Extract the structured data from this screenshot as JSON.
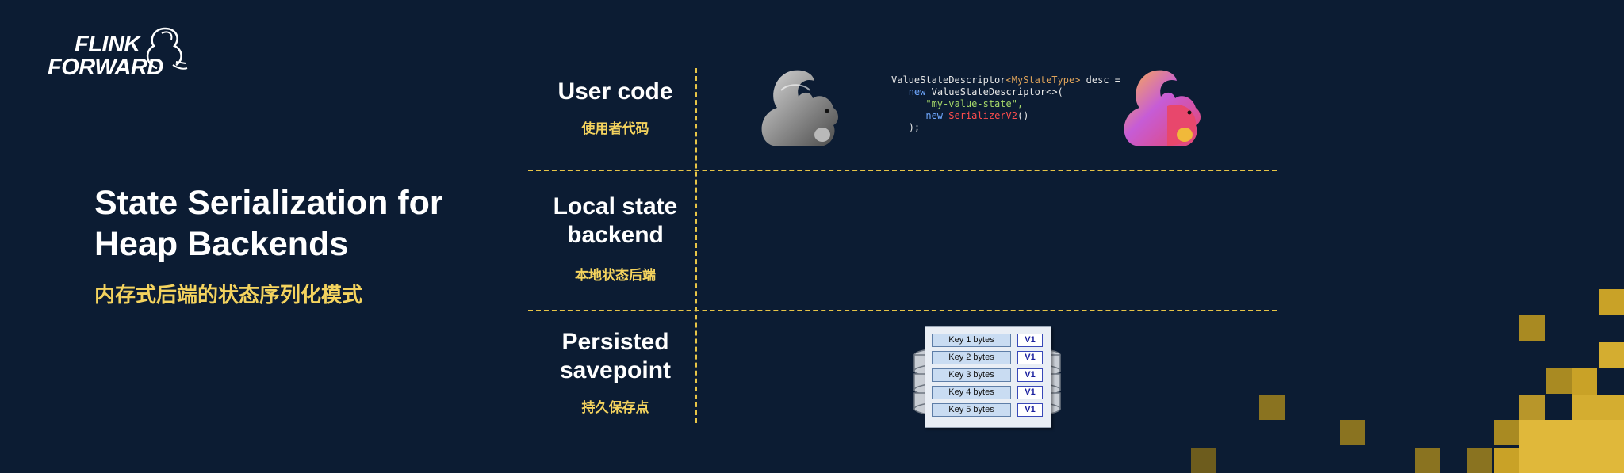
{
  "logo": {
    "line1": "FLINK",
    "line2": "FORWARD"
  },
  "title": {
    "main": "State Serialization for Heap Backends",
    "subtitle_cn": "内存式后端的状态序列化模式"
  },
  "rows": [
    {
      "label": "User code",
      "sub": "使用者代码"
    },
    {
      "label": "Local state backend",
      "sub": "本地状态后端"
    },
    {
      "label": "Persisted savepoint",
      "sub": "持久保存点"
    }
  ],
  "code": {
    "line1_a": "ValueStateDescriptor",
    "line1_b": "<MyStateType>",
    "line1_c": " desc =",
    "line2_kw": "new",
    "line2_b": " ValueStateDescriptor<>(",
    "line3": "\"my-value-state\",",
    "line4_kw": "new",
    "line4_b": "SerializerV2",
    "line4_c": "()",
    "line5": ");"
  },
  "savepoint": {
    "entries": [
      {
        "key": "Key 1 bytes",
        "version": "V1"
      },
      {
        "key": "Key 2 bytes",
        "version": "V1"
      },
      {
        "key": "Key 3 bytes",
        "version": "V1"
      },
      {
        "key": "Key 4 bytes",
        "version": "V1"
      },
      {
        "key": "Key 5 bytes",
        "version": "V1"
      }
    ]
  },
  "colors": {
    "background": "#0c1c33",
    "accent": "#f4d35e",
    "divider": "#e8c547"
  },
  "icons": [
    "squirrel-gray-icon",
    "squirrel-color-icon",
    "database-icon"
  ]
}
